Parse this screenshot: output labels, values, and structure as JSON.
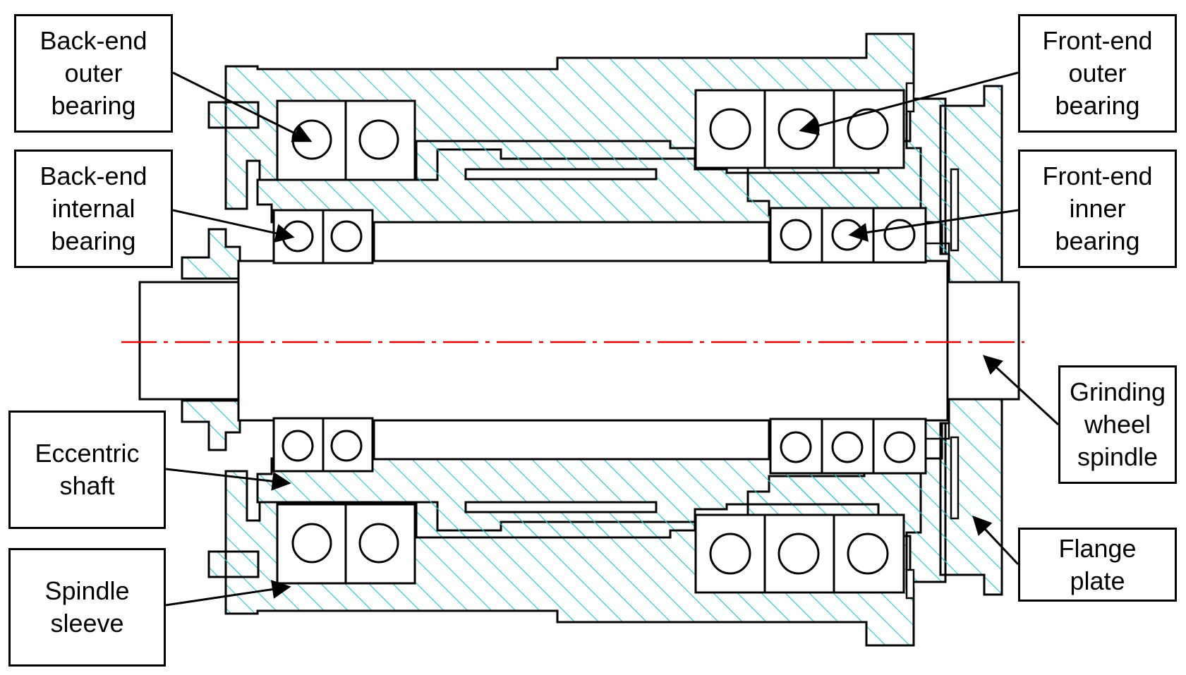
{
  "labels": {
    "back_end_outer_bearing": "Back-end\nouter\nbearing",
    "back_end_internal_bearing": "Back-end\ninternal\nbearing",
    "eccentric_shaft": "Eccentric\nshaft",
    "spindle_sleeve": "Spindle\nsleeve",
    "front_end_outer_bearing": "Front-end\nouter\nbearing",
    "front_end_inner_bearing": "Front-end\ninner\nbearing",
    "grinding_wheel_spindle": "Grinding\nwheel\nspindle",
    "flange_plate": "Flange\nplate"
  },
  "colors": {
    "hatch": "#1EC8D4",
    "outline": "#000000",
    "centerline": "#E00000"
  }
}
